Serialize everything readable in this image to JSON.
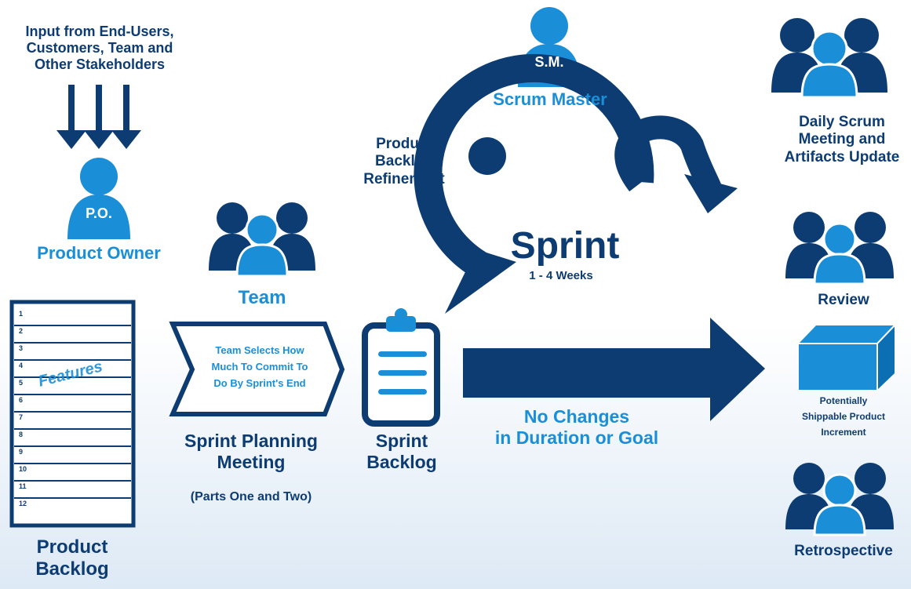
{
  "colors": {
    "dark": "#0d3c73",
    "light": "#1a8fd8",
    "background_bottom": "#dde9f5"
  },
  "inputs": {
    "text": "Input from End-Users,\nCustomers, Team and\nOther Stakeholders"
  },
  "product_owner": {
    "initials": "P.O.",
    "label": "Product Owner"
  },
  "product_backlog": {
    "rows": [
      "1",
      "2",
      "3",
      "4",
      "5",
      "6",
      "7",
      "8",
      "9",
      "10",
      "11",
      "12"
    ],
    "watermark": "Features",
    "label": "Product\nBacklog"
  },
  "team": {
    "label": "Team"
  },
  "sprint_planning": {
    "chevron_text": "Team Selects How\nMuch To Commit To\nDo By Sprint's End",
    "label": "Sprint Planning\nMeeting",
    "sublabel": "(Parts One and Two)"
  },
  "sprint_backlog": {
    "label": "Sprint\nBacklog"
  },
  "scrum_master": {
    "initials": "S.M.",
    "label": "Scrum Master"
  },
  "refinement": {
    "label": "Product\nBacklog\nRefinement"
  },
  "sprint": {
    "title": "Sprint",
    "duration": "1 - 4 Weeks"
  },
  "no_changes": {
    "text": "No Changes\nin Duration or Goal"
  },
  "daily_scrum": {
    "label": "Daily Scrum\nMeeting and\nArtifacts Update"
  },
  "review": {
    "label": "Review"
  },
  "increment": {
    "label": "Potentially\nShippable Product\nIncrement"
  },
  "retrospective": {
    "label": "Retrospective"
  },
  "icons": [
    "arrow-down-icon",
    "person-icon",
    "people-group-icon",
    "clipboard-icon",
    "cycle-arrow-icon",
    "box-icon",
    "chevron-icon"
  ]
}
